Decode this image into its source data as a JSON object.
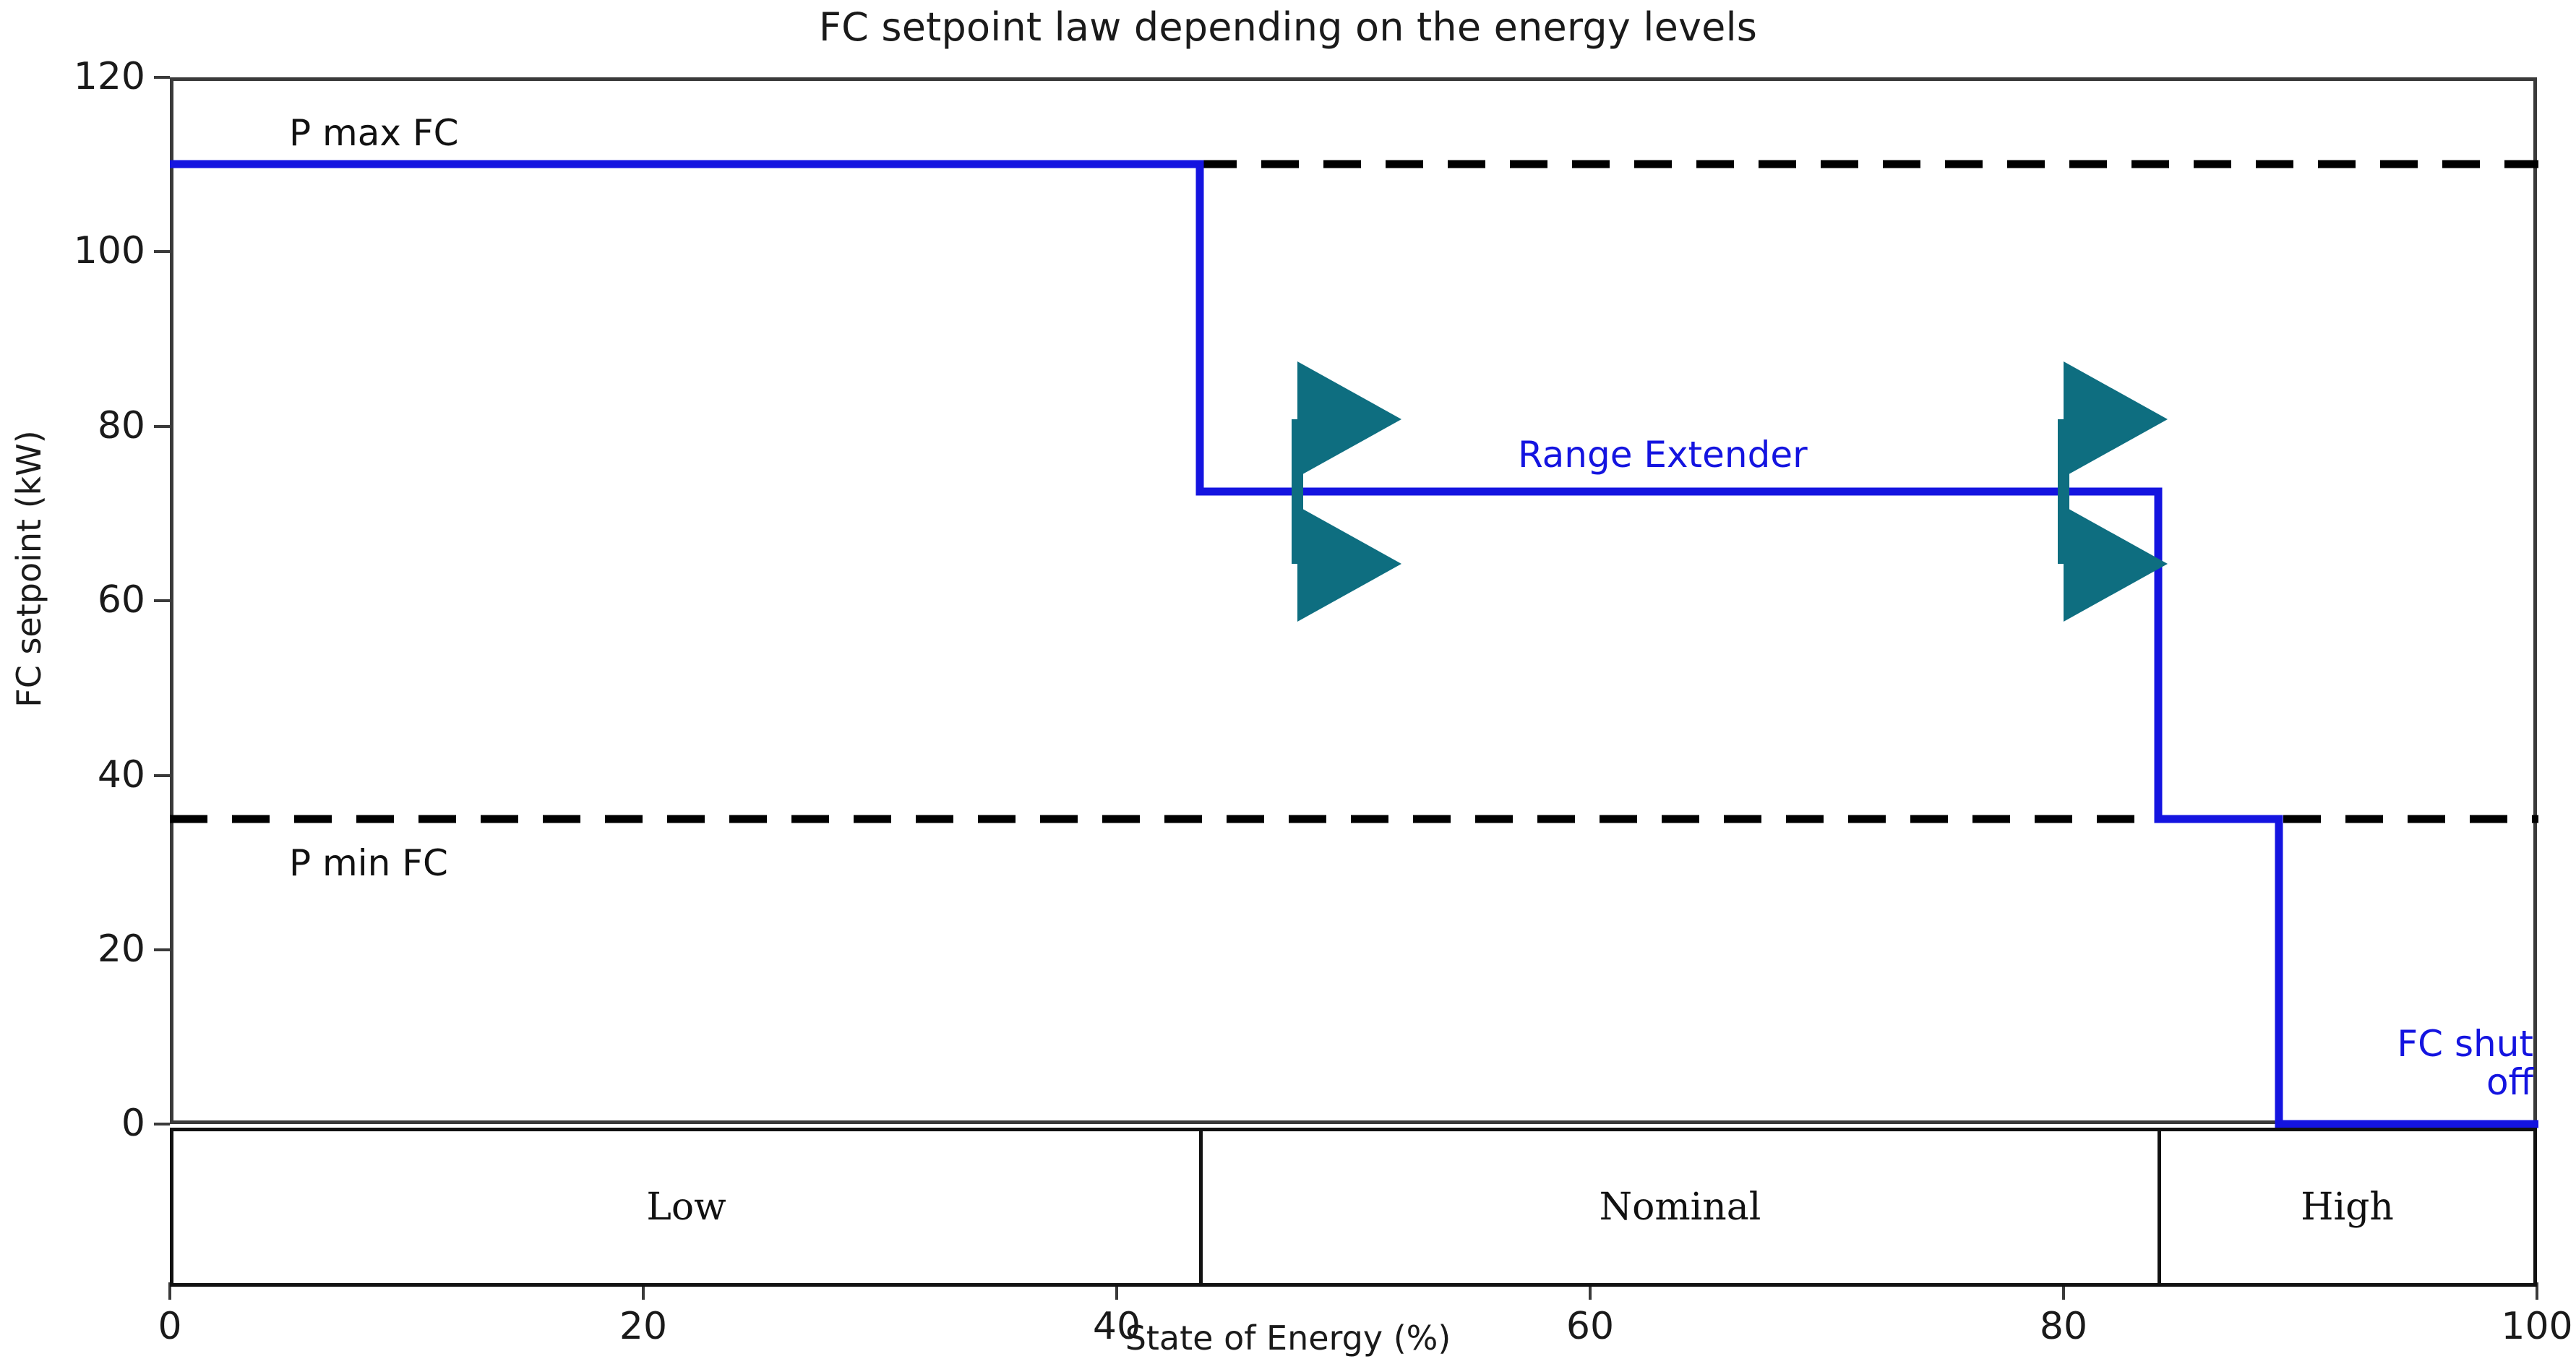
{
  "chart_data": {
    "type": "line",
    "title": "FC setpoint law depending on the energy levels",
    "xlabel": "State of Energy (%)",
    "ylabel": "FC setpoint (kW)",
    "xlim": [
      0,
      100
    ],
    "ylim": [
      0,
      120
    ],
    "xticks": [
      0,
      20,
      40,
      60,
      80,
      100
    ],
    "yticks": [
      0,
      20,
      40,
      60,
      80,
      100,
      120
    ],
    "xtick_labels": [
      "0",
      "20",
      "40",
      "60",
      "80",
      "100"
    ],
    "ytick_labels": [
      "0",
      "20",
      "40",
      "60",
      "80",
      "100",
      "120"
    ],
    "grid": false,
    "legend": "none",
    "series": [
      {
        "name": "FC setpoint",
        "color": "#1414e0",
        "style": "step",
        "linewidth": 7,
        "x": [
          0,
          43.5,
          43.5,
          84.0,
          84.0,
          89.1,
          89.1,
          100
        ],
        "y": [
          110,
          110,
          72.5,
          72.5,
          35,
          35,
          0,
          0
        ]
      }
    ],
    "reference_lines": [
      {
        "name": "P max FC",
        "value": 110,
        "unit": "kW",
        "color": "#000000",
        "style": "dashed",
        "x_start": 43.5,
        "x_end": 100,
        "label": "P max FC"
      },
      {
        "name": "P min FC",
        "value": 35,
        "unit": "kW",
        "color": "#000000",
        "style": "dashed",
        "x_start": 0,
        "x_end": 100,
        "label": "P min FC"
      }
    ],
    "annotations": [
      {
        "text": "P max FC",
        "x": 5,
        "y": 114,
        "color": "#111111"
      },
      {
        "text": "P min FC",
        "x": 5,
        "y": 30,
        "color": "#111111"
      },
      {
        "text": "Range Extender",
        "x": 63,
        "y": 77,
        "color": "#1414e0"
      },
      {
        "text": "FC shut off",
        "x": 95,
        "y": 10,
        "color": "#1414e0"
      }
    ],
    "arrows": [
      {
        "name": "range-extender-arrow-left",
        "x": 46.0,
        "y_low": 64,
        "y_high": 81,
        "color": "#0E6E80",
        "double_headed": true
      },
      {
        "name": "range-extender-arrow-right",
        "x": 80.0,
        "y_low": 64,
        "y_high": 81,
        "color": "#0E6E80",
        "double_headed": true
      }
    ],
    "zones": [
      {
        "label": "Low",
        "x_start": 0,
        "x_end": 43.5
      },
      {
        "label": "Nominal",
        "x_start": 43.5,
        "x_end": 84.0
      },
      {
        "label": "High",
        "x_start": 84.0,
        "x_end": 100
      }
    ],
    "colors": {
      "series": "#1414e0",
      "reference": "#000000",
      "arrow": "#0E6E80",
      "axis": "#3a3a3a",
      "text": "#1a1a1a",
      "background": "#ffffff"
    }
  },
  "annotations_text": {
    "p_max_fc": "P max FC",
    "p_min_fc": "P min FC",
    "range_extender": "Range Extender",
    "fc_shut_off_line1": "FC shut",
    "fc_shut_off_line2": "off"
  },
  "zone_labels": {
    "low": "Low",
    "nominal": "Nominal",
    "high": "High"
  }
}
